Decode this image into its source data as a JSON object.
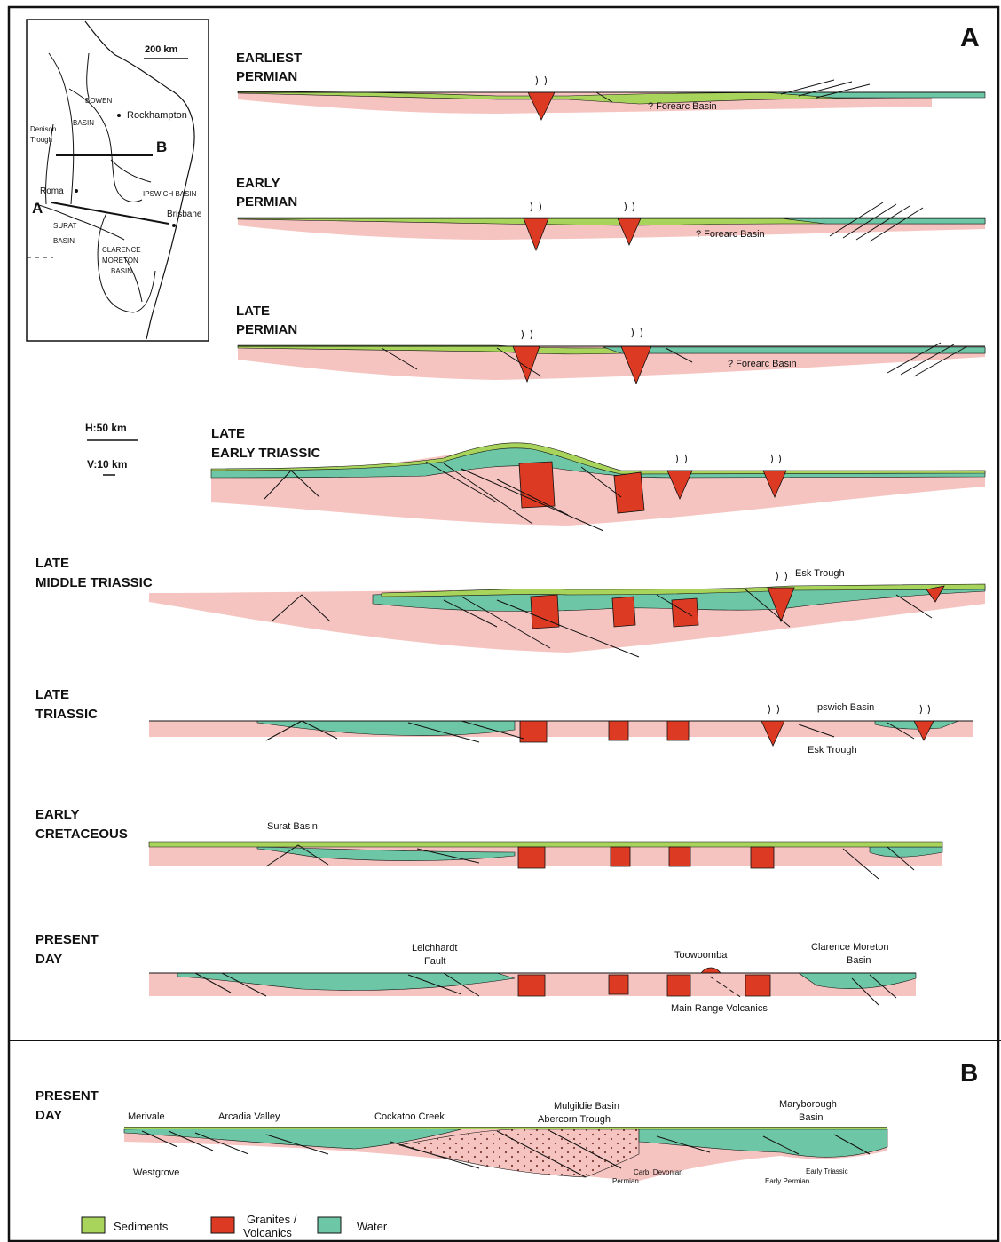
{
  "panels": {
    "a": "A",
    "b": "B"
  },
  "inset_map": {
    "scale": "200 km",
    "labels": {
      "bowen": "BOWEN",
      "basin": "BASIN",
      "denison": "Denison",
      "trough": "Trough",
      "rockhampton": "Rockhampton",
      "roma": "Roma",
      "surat": "SURAT",
      "surat_basin": "BASIN",
      "ipswich": "IPSWICH BASIN",
      "brisbane": "Brisbane",
      "clarence": "CLARENCE",
      "moreton": "MORETON",
      "moreton_basin": "BASIN",
      "point_a": "A",
      "point_b": "B"
    }
  },
  "scales": {
    "horizontal": "H:50 km",
    "vertical": "V:10 km"
  },
  "sections": [
    {
      "line1": "EARLIEST",
      "line2": "PERMIAN"
    },
    {
      "line1": "EARLY",
      "line2": "PERMIAN"
    },
    {
      "line1": "LATE",
      "line2": "PERMIAN"
    },
    {
      "line1": "LATE",
      "line2": "EARLY TRIASSIC"
    },
    {
      "line1": "LATE",
      "line2": "MIDDLE TRIASSIC"
    },
    {
      "line1": "LATE",
      "line2": "TRIASSIC"
    },
    {
      "line1": "EARLY",
      "line2": "CRETACEOUS"
    },
    {
      "line1": "PRESENT",
      "line2": "DAY"
    }
  ],
  "annotations": {
    "forearc1": "? Forearc Basin",
    "forearc2": "? Forearc Basin",
    "forearc3": "? Forearc Basin",
    "esk1": "Esk Trough",
    "ipswich": "Ipswich Basin",
    "esk2": "Esk Trough",
    "surat": "Surat Basin",
    "leichhardt1": "Leichhardt",
    "leichhardt2": "Fault",
    "toowoomba": "Toowoomba",
    "clarence1": "Clarence Moreton",
    "clarence2": "Basin",
    "main_range": "Main Range Volcanics"
  },
  "section_b": {
    "line1": "PRESENT",
    "line2": "DAY",
    "merivale": "Merivale",
    "arcadia": "Arcadia Valley",
    "cockatoo": "Cockatoo Creek",
    "mulgildie": "Mulgildie Basin",
    "abercorn": "Abercorn Trough",
    "maryborough1": "Maryborough",
    "maryborough2": "Basin",
    "westgrove": "Westgrove",
    "carb_devonian": "Carb. Devonian",
    "permian": "Permian",
    "early_triassic": "Early Triassic",
    "early_permian": "Early Permian"
  },
  "legend": {
    "sediments": "Sediments",
    "granites1": "Granites /",
    "granites2": "Volcanics",
    "water": "Water"
  },
  "colors": {
    "sediments": "#a9d45c",
    "granites": "#dc3a22",
    "water": "#6dc6a5",
    "crust": "#f6c4c0"
  }
}
